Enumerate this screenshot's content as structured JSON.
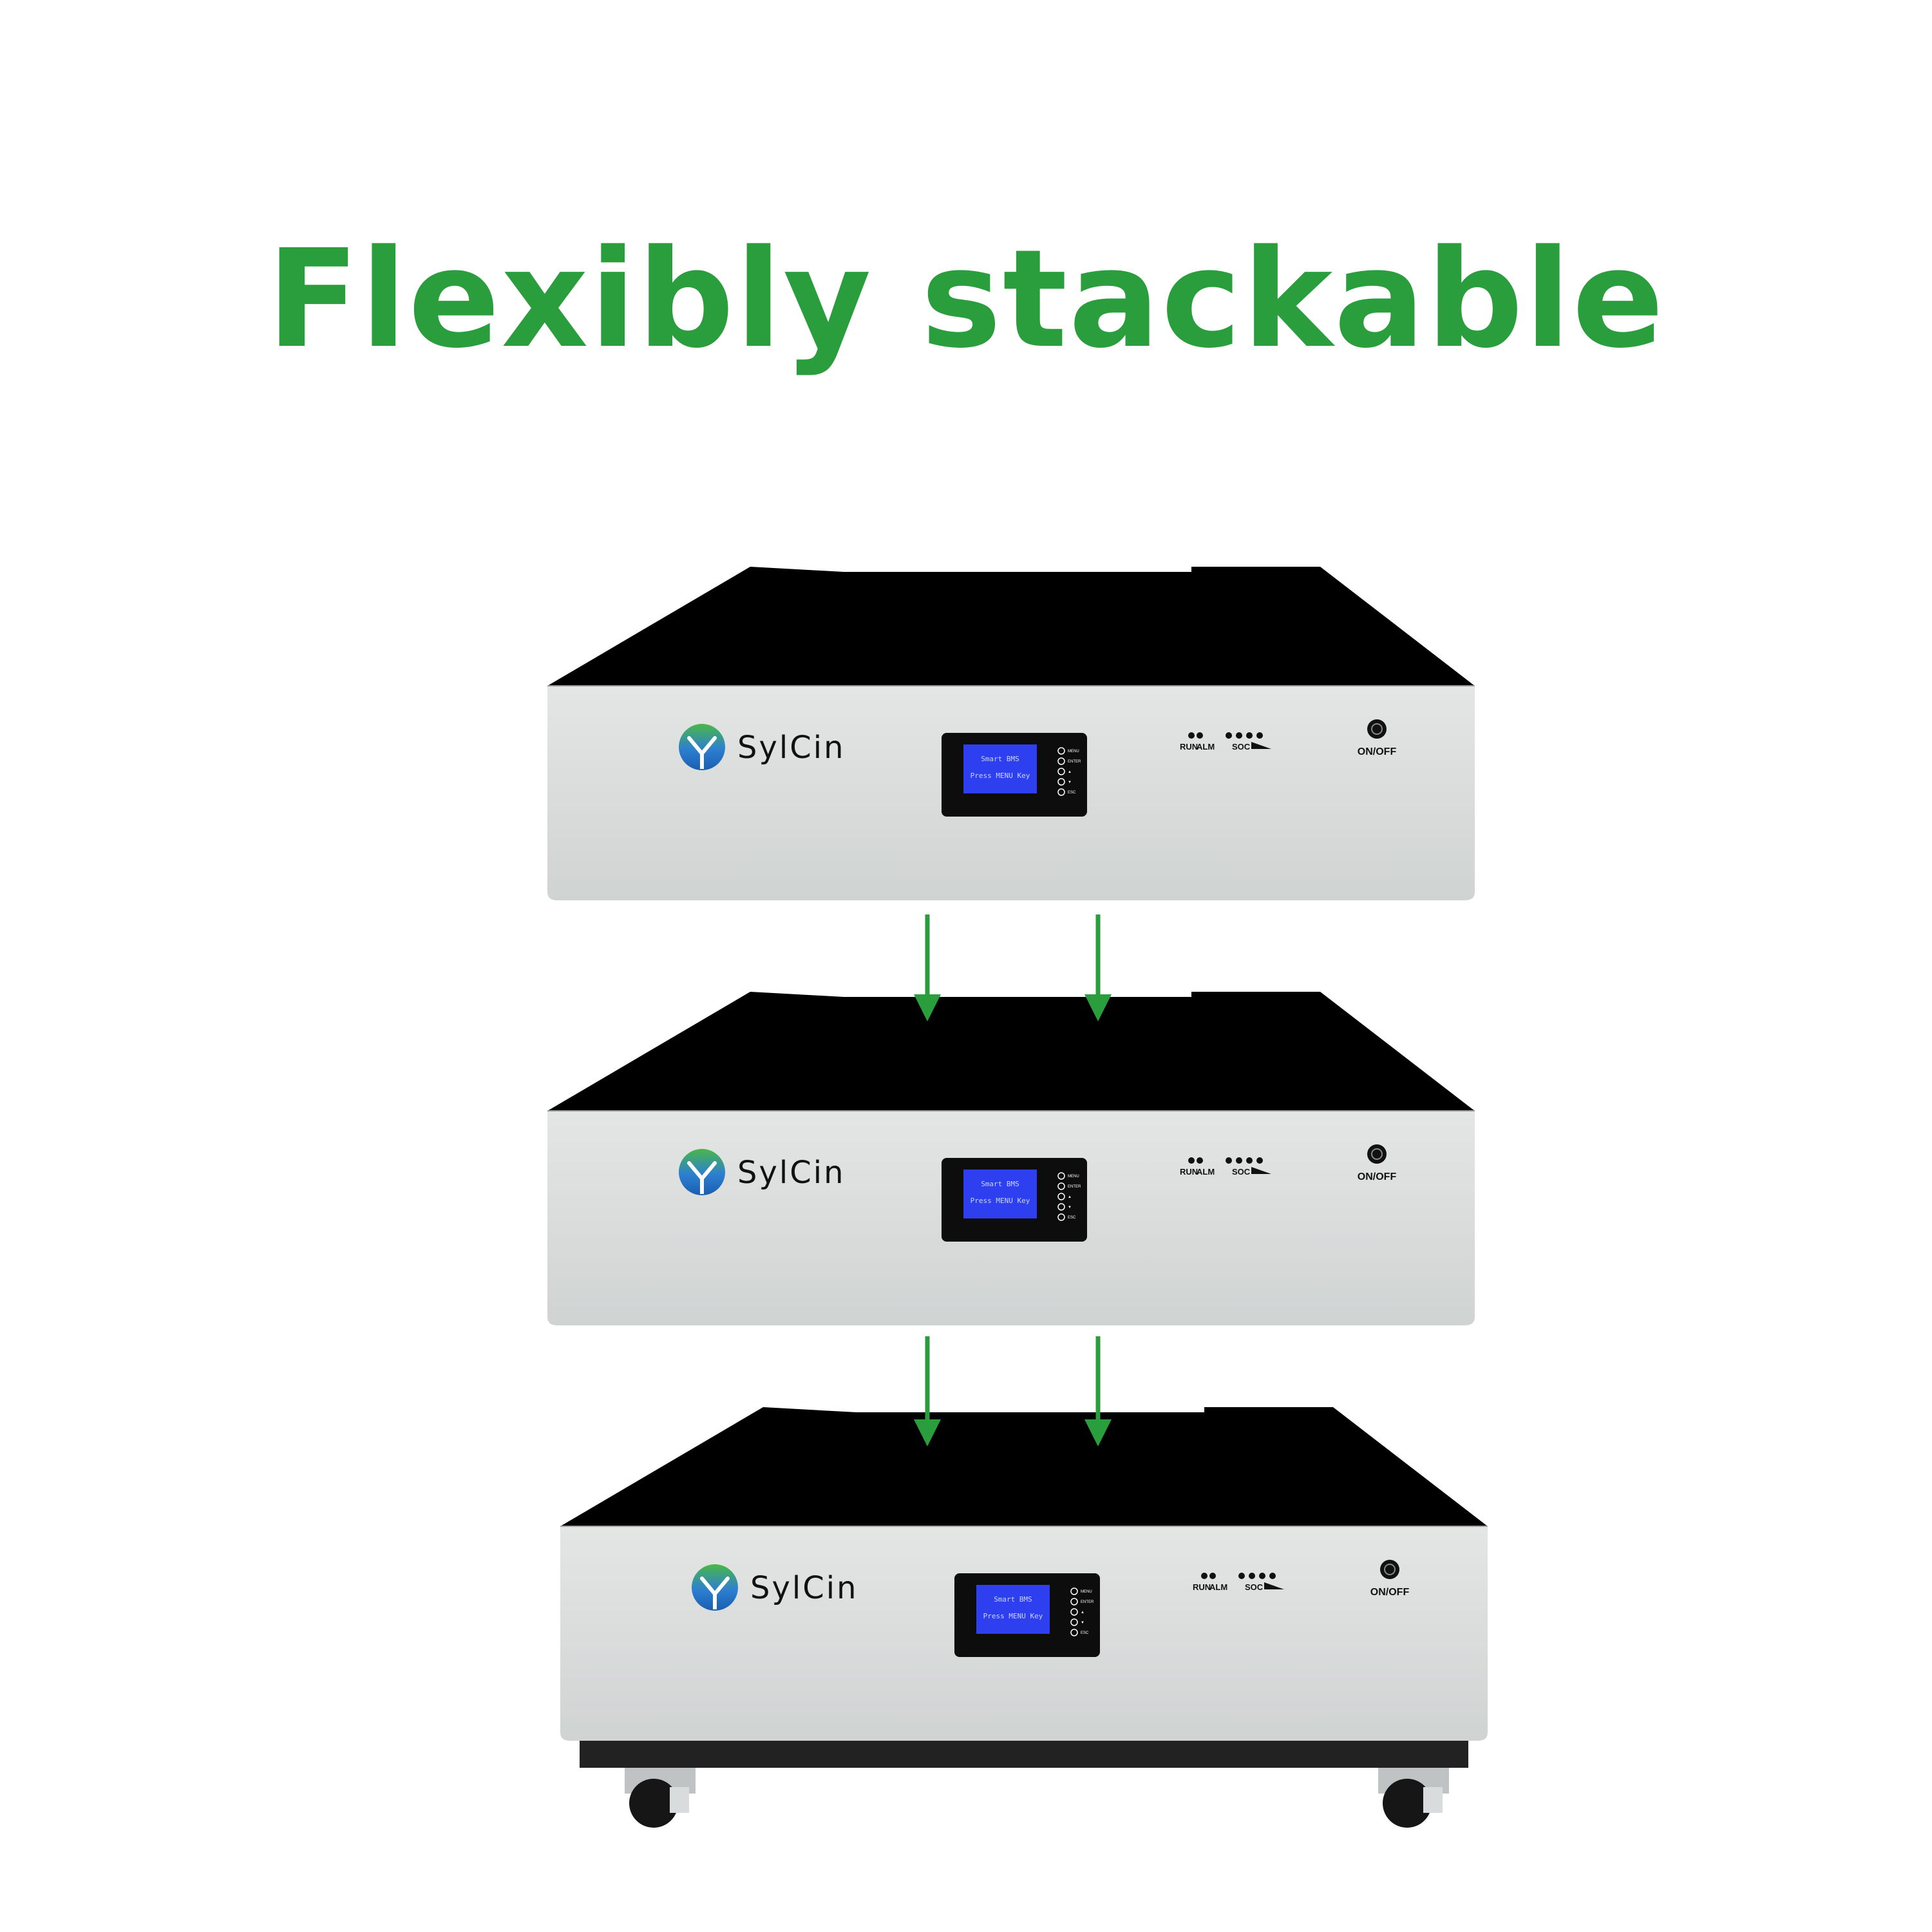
{
  "headline": {
    "text": "Flexibly stackable"
  },
  "colors": {
    "accent": "#2a9d3c",
    "lid": "#000000",
    "panel": "#d6d9d8",
    "lcd_bezel": "#0d0d0d",
    "lcd_screen": "#2e3ff0",
    "base": "#222222"
  },
  "product": {
    "brand": "SylCin",
    "lcd_line1": "Smart BMS",
    "lcd_line2": "Press MENU Key",
    "buttons": [
      "MENU",
      "ENTER",
      "▲",
      "▼",
      "ESC"
    ],
    "run_label": "RUN",
    "alm_label": "ALM",
    "soc_label": "SOC",
    "power_label": "ON/OFF"
  },
  "modules": [
    {
      "name": "top"
    },
    {
      "name": "middle"
    },
    {
      "name": "bottom",
      "has_wheels": true
    }
  ],
  "stack_arrows": 4
}
